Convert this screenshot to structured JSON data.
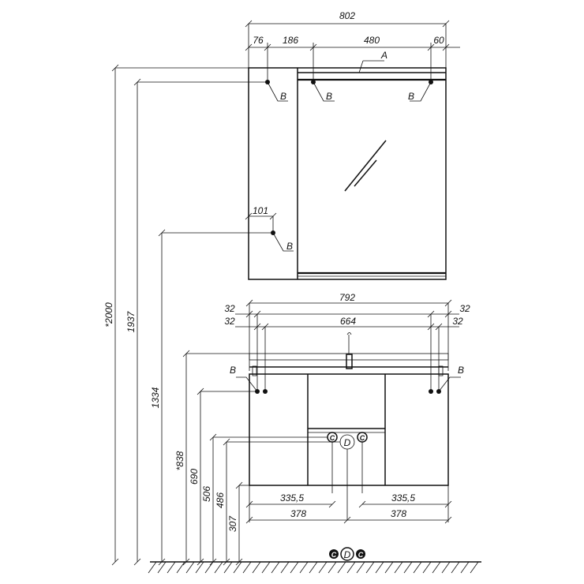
{
  "dimensions": {
    "cabinet_width": "802",
    "cabinet_w1": "76",
    "cabinet_w2": "186",
    "cabinet_w3": "480",
    "cabinet_w4": "60",
    "mount_offset": "101",
    "vanity_width": "792",
    "vanity_offset_top_left": "32",
    "vanity_offset_top_right": "32",
    "vanity_offset_left": "32",
    "vanity_offset_right": "32",
    "vanity_mount_span": "664",
    "h_total": "*2000",
    "h_1937": "1937",
    "h_1334": "1334",
    "h_838": "*838",
    "h_690": "690",
    "h_506": "506",
    "h_486": "486",
    "h_307": "307",
    "half_left_inner": "335,5",
    "half_right_inner": "335,5",
    "half_left": "378",
    "half_right": "378"
  },
  "markers": {
    "a": "A",
    "b": "B",
    "c": "C",
    "d": "D"
  }
}
